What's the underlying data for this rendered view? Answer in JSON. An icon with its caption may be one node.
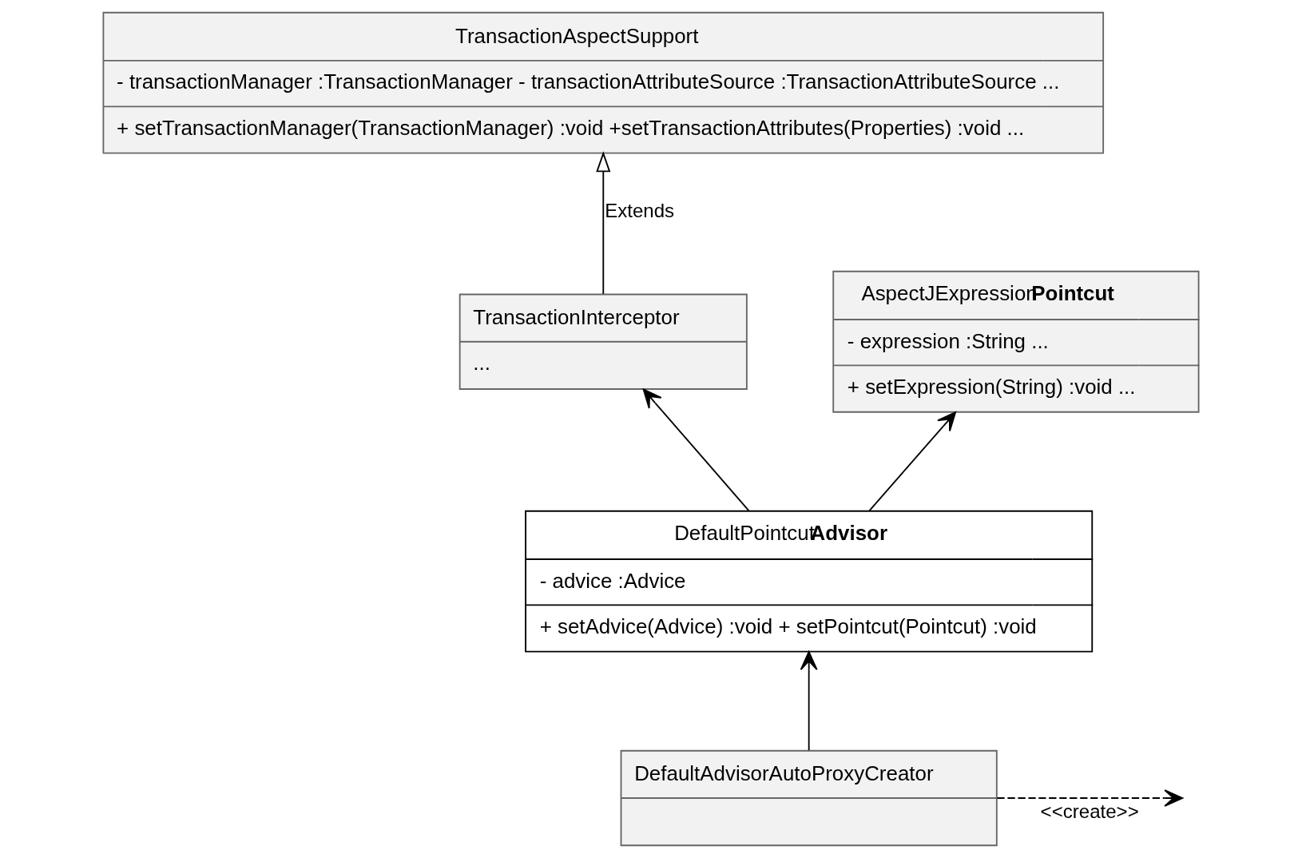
{
  "diagram": {
    "nodes": [
      {
        "text": [
          "TransactionAspectSupport",
          "- transactionManager :TransactionManager - transactionAttributeSource :TransactionAttributeSource ...",
          "+ setTransactionManager(TransactionManager) :void +setTransactionAttributes(Properties) :void ..."
        ]
      },
      {
        "text": [
          "TransactionInterceptor",
          "..."
        ]
      },
      {
        "text": [
          "DefaultPointcut**Advisor**",
          "- advice :Advice",
          "+ setAdvice(Advice) :void + setPointcut(Pointcut) :void"
        ]
      },
      {
        "text": [
          "AspectJExpression**Pointcut**",
          "- expression :String ...",
          "+ setExpression(String) :void ..."
        ]
      },
      {
        "text": [
          "DefaultAdvisorAutoProxyCreator"
        ]
      }
    ],
    "edges": [
      {
        "from": 1,
        "to": 0,
        "arrow": "to",
        "label": "Extends"
      },
      {
        "from": 2,
        "to": 1,
        "arrow": "to"
      },
      {
        "from": 2,
        "to": 3,
        "arrow": "to"
      },
      {
        "from": 4,
        "to": 2,
        "arrow": "to"
      },
      {
        "from": 4,
        "to": null,
        "arrow": "to",
        "label": "<<create>>",
        "style": "dashed"
      }
    ]
  }
}
